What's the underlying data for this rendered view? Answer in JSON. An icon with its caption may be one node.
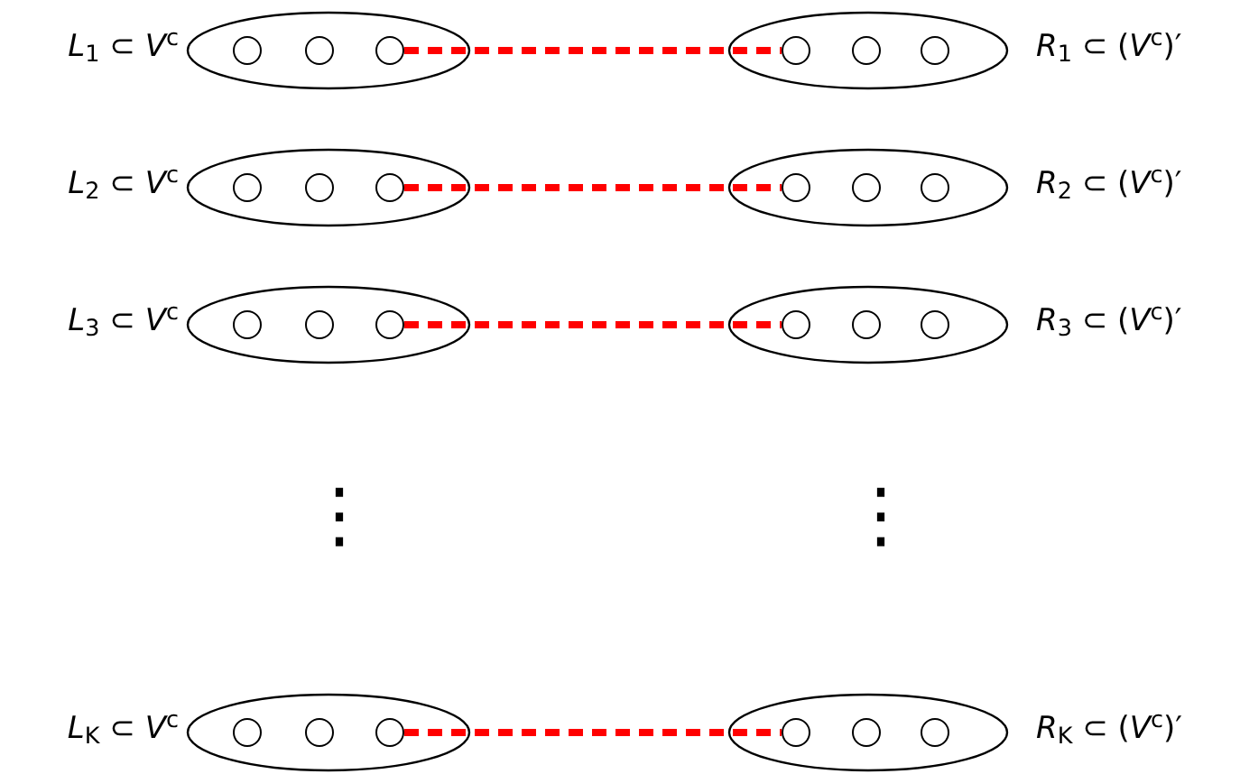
{
  "diagram": {
    "nodes": [
      {
        "text": [],
        "shape": "ellipse",
        "beside": [
          "*L*$_{1}$ ⊂ *V*$^{c}$"
        ]
      },
      {
        "text": [],
        "shape": "circle",
        "in": 0
      },
      {
        "text": [],
        "shape": "circle",
        "in": 0
      },
      {
        "text": [],
        "shape": "circle",
        "in": 0
      },
      {
        "text": [],
        "shape": "ellipse",
        "beside": [
          "*R*$_{1}$ ⊂ (*V*$^{c}$)′"
        ]
      },
      {
        "text": [],
        "shape": "circle",
        "in": 4
      },
      {
        "text": [],
        "shape": "circle",
        "in": 4
      },
      {
        "text": [],
        "shape": "circle",
        "in": 4
      },
      {
        "text": [],
        "shape": "ellipse",
        "beside": [
          "*L*$_{2}$ ⊂ *V*$^{c}$"
        ]
      },
      {
        "text": [],
        "shape": "circle",
        "in": 8
      },
      {
        "text": [],
        "shape": "circle",
        "in": 8
      },
      {
        "text": [],
        "shape": "circle",
        "in": 8
      },
      {
        "text": [],
        "shape": "ellipse",
        "beside": [
          "*R*$_{2}$ ⊂ (*V*$^{c}$)′"
        ]
      },
      {
        "text": [],
        "shape": "circle",
        "in": 12
      },
      {
        "text": [],
        "shape": "circle",
        "in": 12
      },
      {
        "text": [],
        "shape": "circle",
        "in": 12
      },
      {
        "text": [],
        "shape": "ellipse",
        "beside": [
          "*L*$_{3}$ ⊂ *V*$^{c}$"
        ]
      },
      {
        "text": [],
        "shape": "circle",
        "in": 16
      },
      {
        "text": [],
        "shape": "circle",
        "in": 16
      },
      {
        "text": [],
        "shape": "circle",
        "in": 16
      },
      {
        "text": [],
        "shape": "ellipse",
        "beside": [
          "*R*$_{3}$ ⊂ (*V*$^{c}$)′"
        ]
      },
      {
        "text": [],
        "shape": "circle",
        "in": 20
      },
      {
        "text": [],
        "shape": "circle",
        "in": 20
      },
      {
        "text": [],
        "shape": "circle",
        "in": 20
      },
      {
        "text": [],
        "shape": "ellipse",
        "beside": [
          "*L*$_{K}$ ⊂ *V*$^{c}$"
        ]
      },
      {
        "text": [],
        "shape": "circle",
        "in": 24
      },
      {
        "text": [],
        "shape": "circle",
        "in": 24
      },
      {
        "text": [],
        "shape": "circle",
        "in": 24
      },
      {
        "text": [],
        "shape": "ellipse",
        "beside": [
          "*R*$_{K}$ ⊂ (*V*$^{c}$)′"
        ]
      },
      {
        "text": [],
        "shape": "circle",
        "in": 28
      },
      {
        "text": [],
        "shape": "circle",
        "in": 28
      },
      {
        "text": [],
        "shape": "circle",
        "in": 28
      }
    ],
    "edges": [
      {
        "from": 3,
        "to": 5,
        "arrow": "none",
        "style": "dashed",
        "color": "#ff0000"
      },
      {
        "from": 11,
        "to": 13,
        "arrow": "none",
        "style": "dashed",
        "color": "#ff0000"
      },
      {
        "from": 19,
        "to": 21,
        "arrow": "none",
        "style": "dashed",
        "color": "#ff0000"
      },
      {
        "from": 27,
        "to": 29,
        "arrow": "none",
        "style": "dashed",
        "color": "#ff0000"
      }
    ],
    "labels": [
      "⋮",
      "⋮"
    ]
  }
}
